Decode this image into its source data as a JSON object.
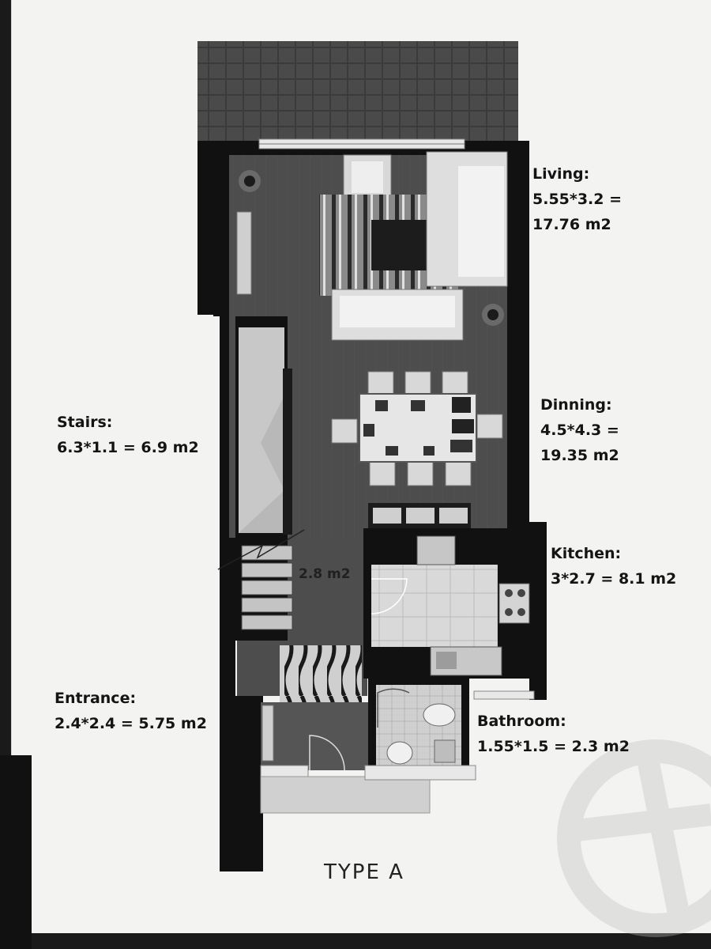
{
  "title": "TYPE A",
  "rooms": {
    "living": {
      "name": "Living:",
      "dims": "5.55*3.2 =",
      "area": "17.76 m2"
    },
    "dinning": {
      "name": "Dinning:",
      "dims": "4.5*4.3 =",
      "area": "19.35 m2"
    },
    "kitchen": {
      "name": "Kitchen:",
      "area_line": "3*2.7 = 8.1 m2"
    },
    "stairs": {
      "name": "Stairs:",
      "area_line": "6.3*1.1 = 6.9 m2"
    },
    "entrance": {
      "name": "Entrance:",
      "area_line": "2.4*2.4 = 5.75 m2"
    },
    "bathroom": {
      "name": "Bathroom:",
      "area_line": "1.55*1.5 = 2.3 m2"
    },
    "corridor": {
      "area": "2.8 m2"
    }
  }
}
